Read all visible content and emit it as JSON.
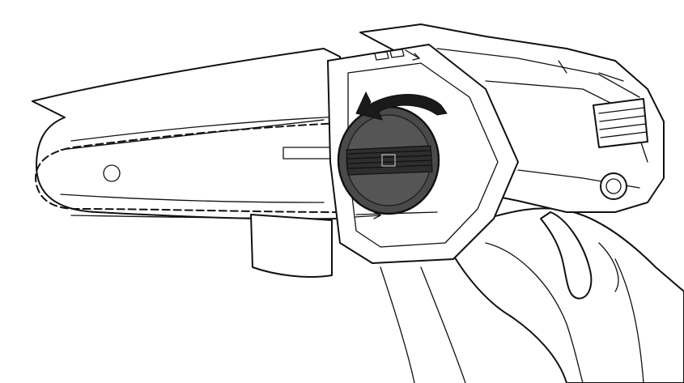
{
  "illustration": {
    "colors": {
      "line": "#111111",
      "background": "#ffffff",
      "knob_fill": "#4a4a4a",
      "knob_dark": "#2e2e2e",
      "arrow_fill": "#1a1a1a"
    },
    "parts": [
      "guide-bar",
      "saw-chain",
      "chain-cover",
      "tension-knob",
      "rotation-arrow",
      "motor-housing",
      "air-vent",
      "rear-handle",
      "trigger"
    ],
    "rotation_direction": "counterclockwise",
    "chain_direction_symbol": "chain-link-arrow-icon"
  }
}
